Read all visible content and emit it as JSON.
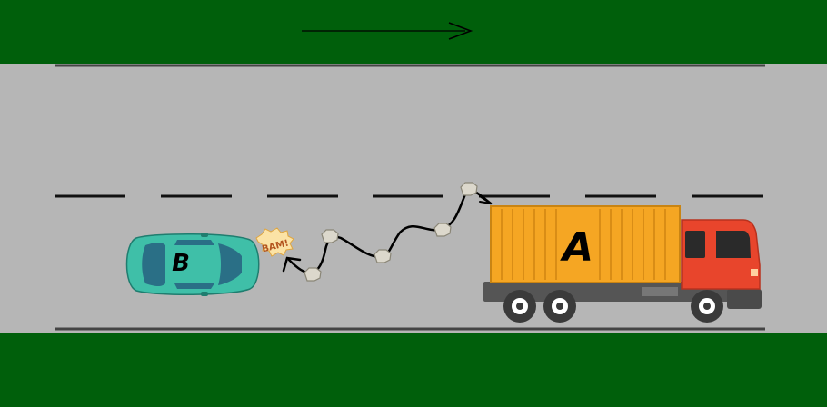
{
  "colors": {
    "grass": "#005f0b",
    "road": "#b6b6b6",
    "lane_lines": "#333333",
    "car_body": "#3fbfa8",
    "car_glass": "#2a6f86",
    "truck_container": "#f5a623",
    "truck_cab": "#e8452c",
    "truck_chassis": "#555555",
    "rock": "#dcd8cc"
  },
  "icons": [
    "direction-arrow-icon",
    "car-icon",
    "truck-icon",
    "rock-icon",
    "impact-burst-icon",
    "trajectory-arrow-icon"
  ],
  "vehicles": {
    "car_label": "B",
    "truck_label": "A"
  },
  "impact": {
    "text": "BAM!"
  }
}
